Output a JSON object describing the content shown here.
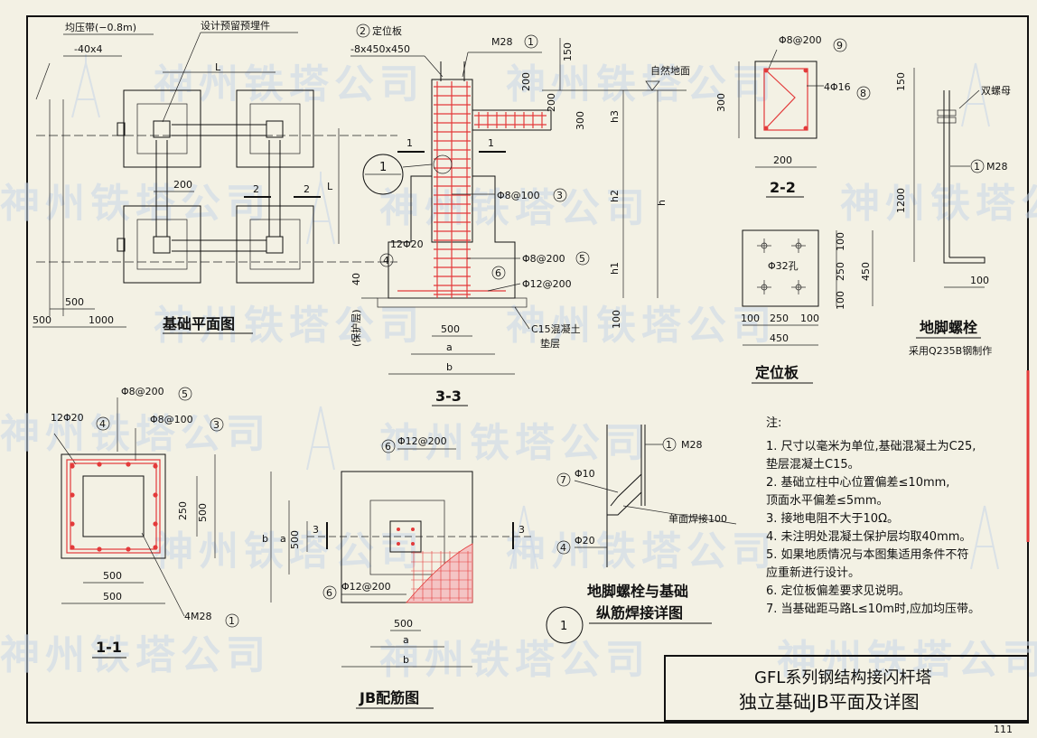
{
  "plan": {
    "title": "基础平面图",
    "equalizer": "均压带(−0.8m)",
    "equalizer_size": "-40x4",
    "embedded": "设计预留预埋件",
    "dim_L": "L",
    "dim_200": "200",
    "dim_500a": "500",
    "dim_500b": "500",
    "dim_1000": "1000",
    "sec_2": "2"
  },
  "section33": {
    "title": "3-3",
    "plate_label": "定位板",
    "plate_size": "-8x450x450",
    "plate_no": "2",
    "bolt": "M28",
    "bolt_no": "1",
    "ground": "自然地面",
    "dim_150": "150",
    "dim_200a": "200",
    "dim_200b": "200",
    "dim_300": "300",
    "h3": "h3",
    "h2": "h2",
    "h1": "h1",
    "h": "h",
    "dim_40": "40",
    "dim_100": "100",
    "dim_500": "500",
    "a": "a",
    "b": "b",
    "sec1": "1",
    "rebar3": "Φ8@100",
    "rebar3_no": "3",
    "rebar4": "12Φ20",
    "rebar4_no": "4",
    "rebar5": "Φ8@200",
    "rebar5_no": "5",
    "rebar6": "Φ12@200",
    "rebar6_no": "6",
    "cushion": "C15混凝土",
    "cushion2": "垫层",
    "cover": "(保护层)",
    "detail_no": "1"
  },
  "sec22": {
    "title": "2-2",
    "rebar9": "Φ8@200",
    "rebar9_no": "9",
    "rebar8": "4Φ16",
    "rebar8_no": "8",
    "dim_300": "300",
    "dim_200": "200"
  },
  "plate": {
    "title": "定位板",
    "hole": "Φ32孔",
    "d100a": "100",
    "d250": "250",
    "d100b": "100",
    "d450": "450"
  },
  "bolt": {
    "title": "地脚螺栓",
    "material": "采用Q235B钢制作",
    "nut": "双螺母",
    "name": "M28",
    "name_no": "1",
    "d150": "150",
    "d1200": "1200",
    "d100": "100"
  },
  "sec11": {
    "title": "1-1",
    "r5": "Φ8@200",
    "r5_no": "5",
    "r4": "12Φ20",
    "r4_no": "4",
    "r3": "Φ8@100",
    "r3_no": "3",
    "d250": "250",
    "d500v": "500",
    "d500h1": "500",
    "d500h2": "500",
    "bolts": "4M28",
    "bolts_no": "1"
  },
  "jb": {
    "title": "JB配筋图",
    "r6_top": "Φ12@200",
    "r6_no": "6",
    "r6_bot": "Φ12@200",
    "r6_no2": "6",
    "b": "b",
    "a": "a",
    "d500v": "500",
    "d500h": "500",
    "sec3": "3",
    "sec3b": "3"
  },
  "weld": {
    "title1": "地脚螺栓与基础",
    "title2": "纵筋焊接详图",
    "bolt": "M28",
    "bolt_no": "1",
    "r7": "Φ10",
    "r7_no": "7",
    "weld": "单面焊接100",
    "r4": "Φ20",
    "r4_no": "4",
    "detail_no": "1"
  },
  "notes": {
    "heading": "注:",
    "items": [
      "1.  尺寸以毫米为单位,基础混凝土为C25,",
      "     垫层混凝土C15。",
      "2.  基础立柱中心位置偏差≤10mm,",
      "     顶面水平偏差≤5mm。",
      "3.  接地电阻不大于10Ω。",
      "4.  未注明处混凝土保护层均取40mm。",
      "5.  如果地质情况与本图集适用条件不符",
      "     应重新进行设计。",
      "6.  定位板偏差要求见说明。",
      "7.  当基础距马路L≤10m时,应加均压带。"
    ]
  },
  "titleblock": {
    "line1": "GFL系列钢结构接闪杆塔",
    "line2": "独立基础JB平面及详图"
  },
  "watermark": "神州铁塔公司",
  "page_no": "111"
}
